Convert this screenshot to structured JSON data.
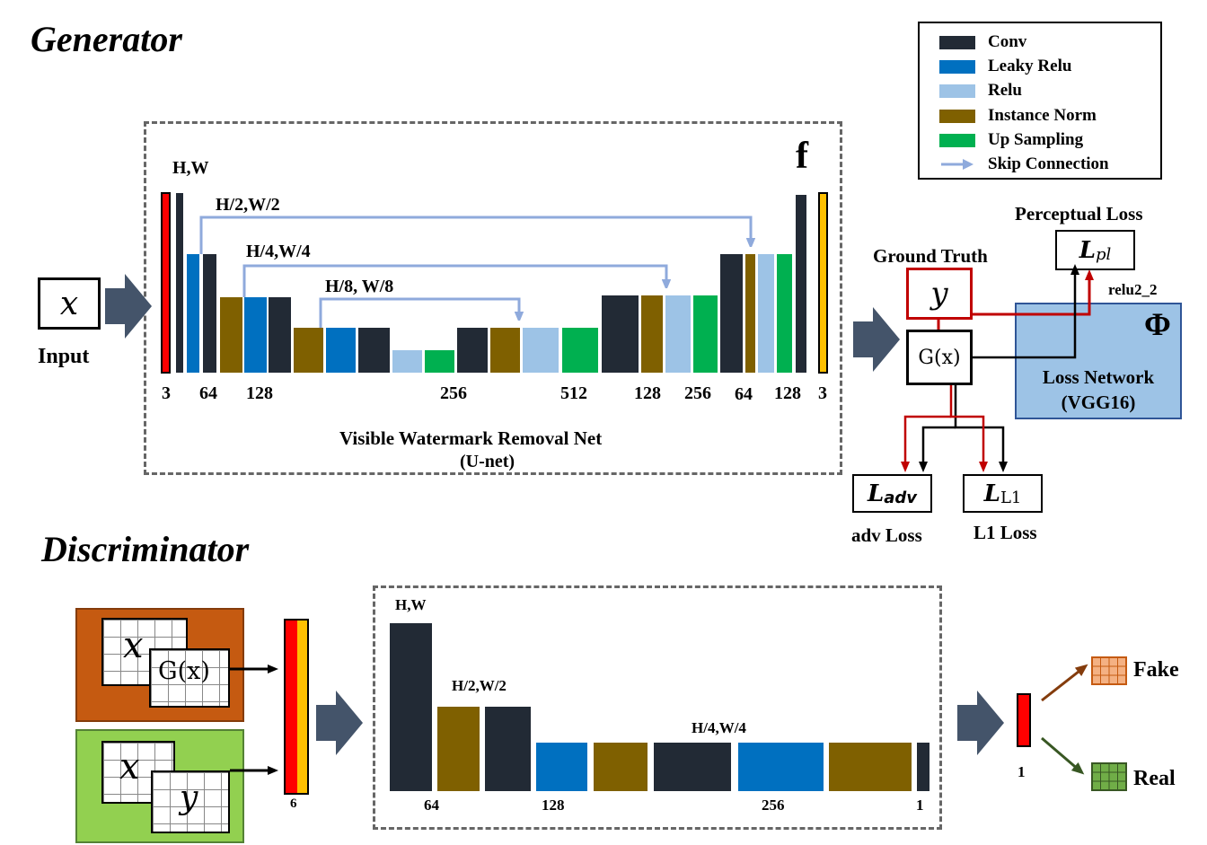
{
  "headings": {
    "generator": "Generator",
    "discriminator": "Discriminator"
  },
  "legend": [
    {
      "label": "Conv",
      "color": "#222a35"
    },
    {
      "label": "Leaky Relu",
      "color": "#0070c0"
    },
    {
      "label": "Relu",
      "color": "#9dc3e6"
    },
    {
      "label": "Instance Norm",
      "color": "#7f6000"
    },
    {
      "label": "Up Sampling",
      "color": "#00b050"
    },
    {
      "label": "Skip Connection",
      "color": "#8faadc"
    }
  ],
  "generator": {
    "input_symbol": "x",
    "input_label": "Input",
    "f_label": "f",
    "net_title": "Visible Watermark Removal Net",
    "net_subtitle": "(U-net)",
    "resolutions": [
      "H,W",
      "H/2,W/2",
      "H/4,W/4",
      "H/8, W/8"
    ],
    "channels": [
      "3",
      "64",
      "128",
      "256",
      "512",
      "128",
      "256",
      "64",
      "128",
      "3"
    ]
  },
  "losses": {
    "ground_truth_label": "Ground Truth",
    "y_symbol": "y",
    "gx_symbol": "G(x)",
    "perceptual_label": "Perceptual Loss",
    "lpl_main": "L",
    "lpl_sub": "pl",
    "relu_layer": "relu2_2",
    "phi_symbol": "Φ",
    "loss_network_line1": "Loss Network",
    "loss_network_line2": "(VGG16)",
    "ladv_main": "L",
    "ladv_sub": "adv",
    "ll1_main": "L",
    "ll1_sub": "L1",
    "adv_loss_label": "adv Loss",
    "l1_loss_label": "L1 Loss"
  },
  "discriminator": {
    "fake_pair": [
      "x",
      "G(x)"
    ],
    "real_pair": [
      "x",
      "y"
    ],
    "concat_channels": "6",
    "resolutions": [
      "H,W",
      "H/2,W/2",
      "H/4,W/4"
    ],
    "channels": [
      "64",
      "128",
      "256",
      "1"
    ],
    "output_channels": "1",
    "fake_label": "Fake",
    "real_label": "Real"
  }
}
